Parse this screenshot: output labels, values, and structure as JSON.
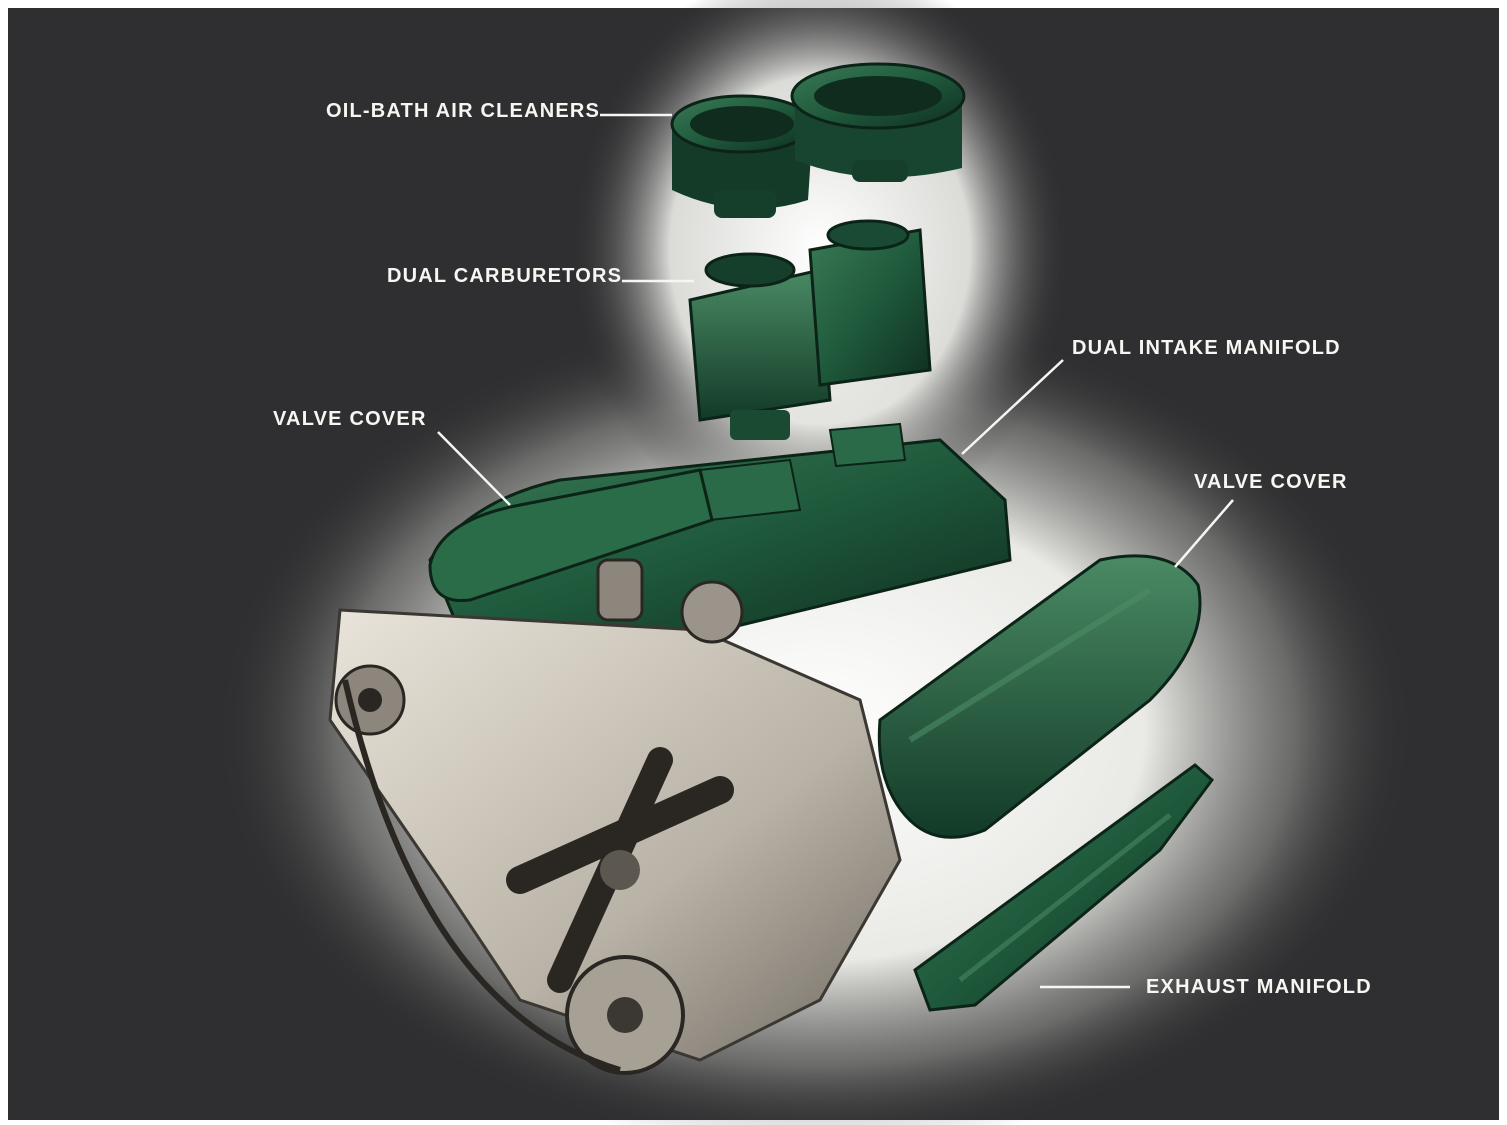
{
  "callouts": {
    "air_cleaners": "OIL-BATH AIR CLEANERS",
    "carburetors": "DUAL CARBURETORS",
    "intake_manifold": "DUAL INTAKE MANIFOLD",
    "valve_cover_left": "VALVE COVER",
    "valve_cover_right": "VALVE COVER",
    "exhaust_manifold": "EXHAUST MANIFOLD"
  },
  "colors": {
    "background": "#2f2f31",
    "engine_green": "#1f5a3c",
    "engine_metal": "#cfc9bf",
    "label_text": "#f6f6f2"
  }
}
